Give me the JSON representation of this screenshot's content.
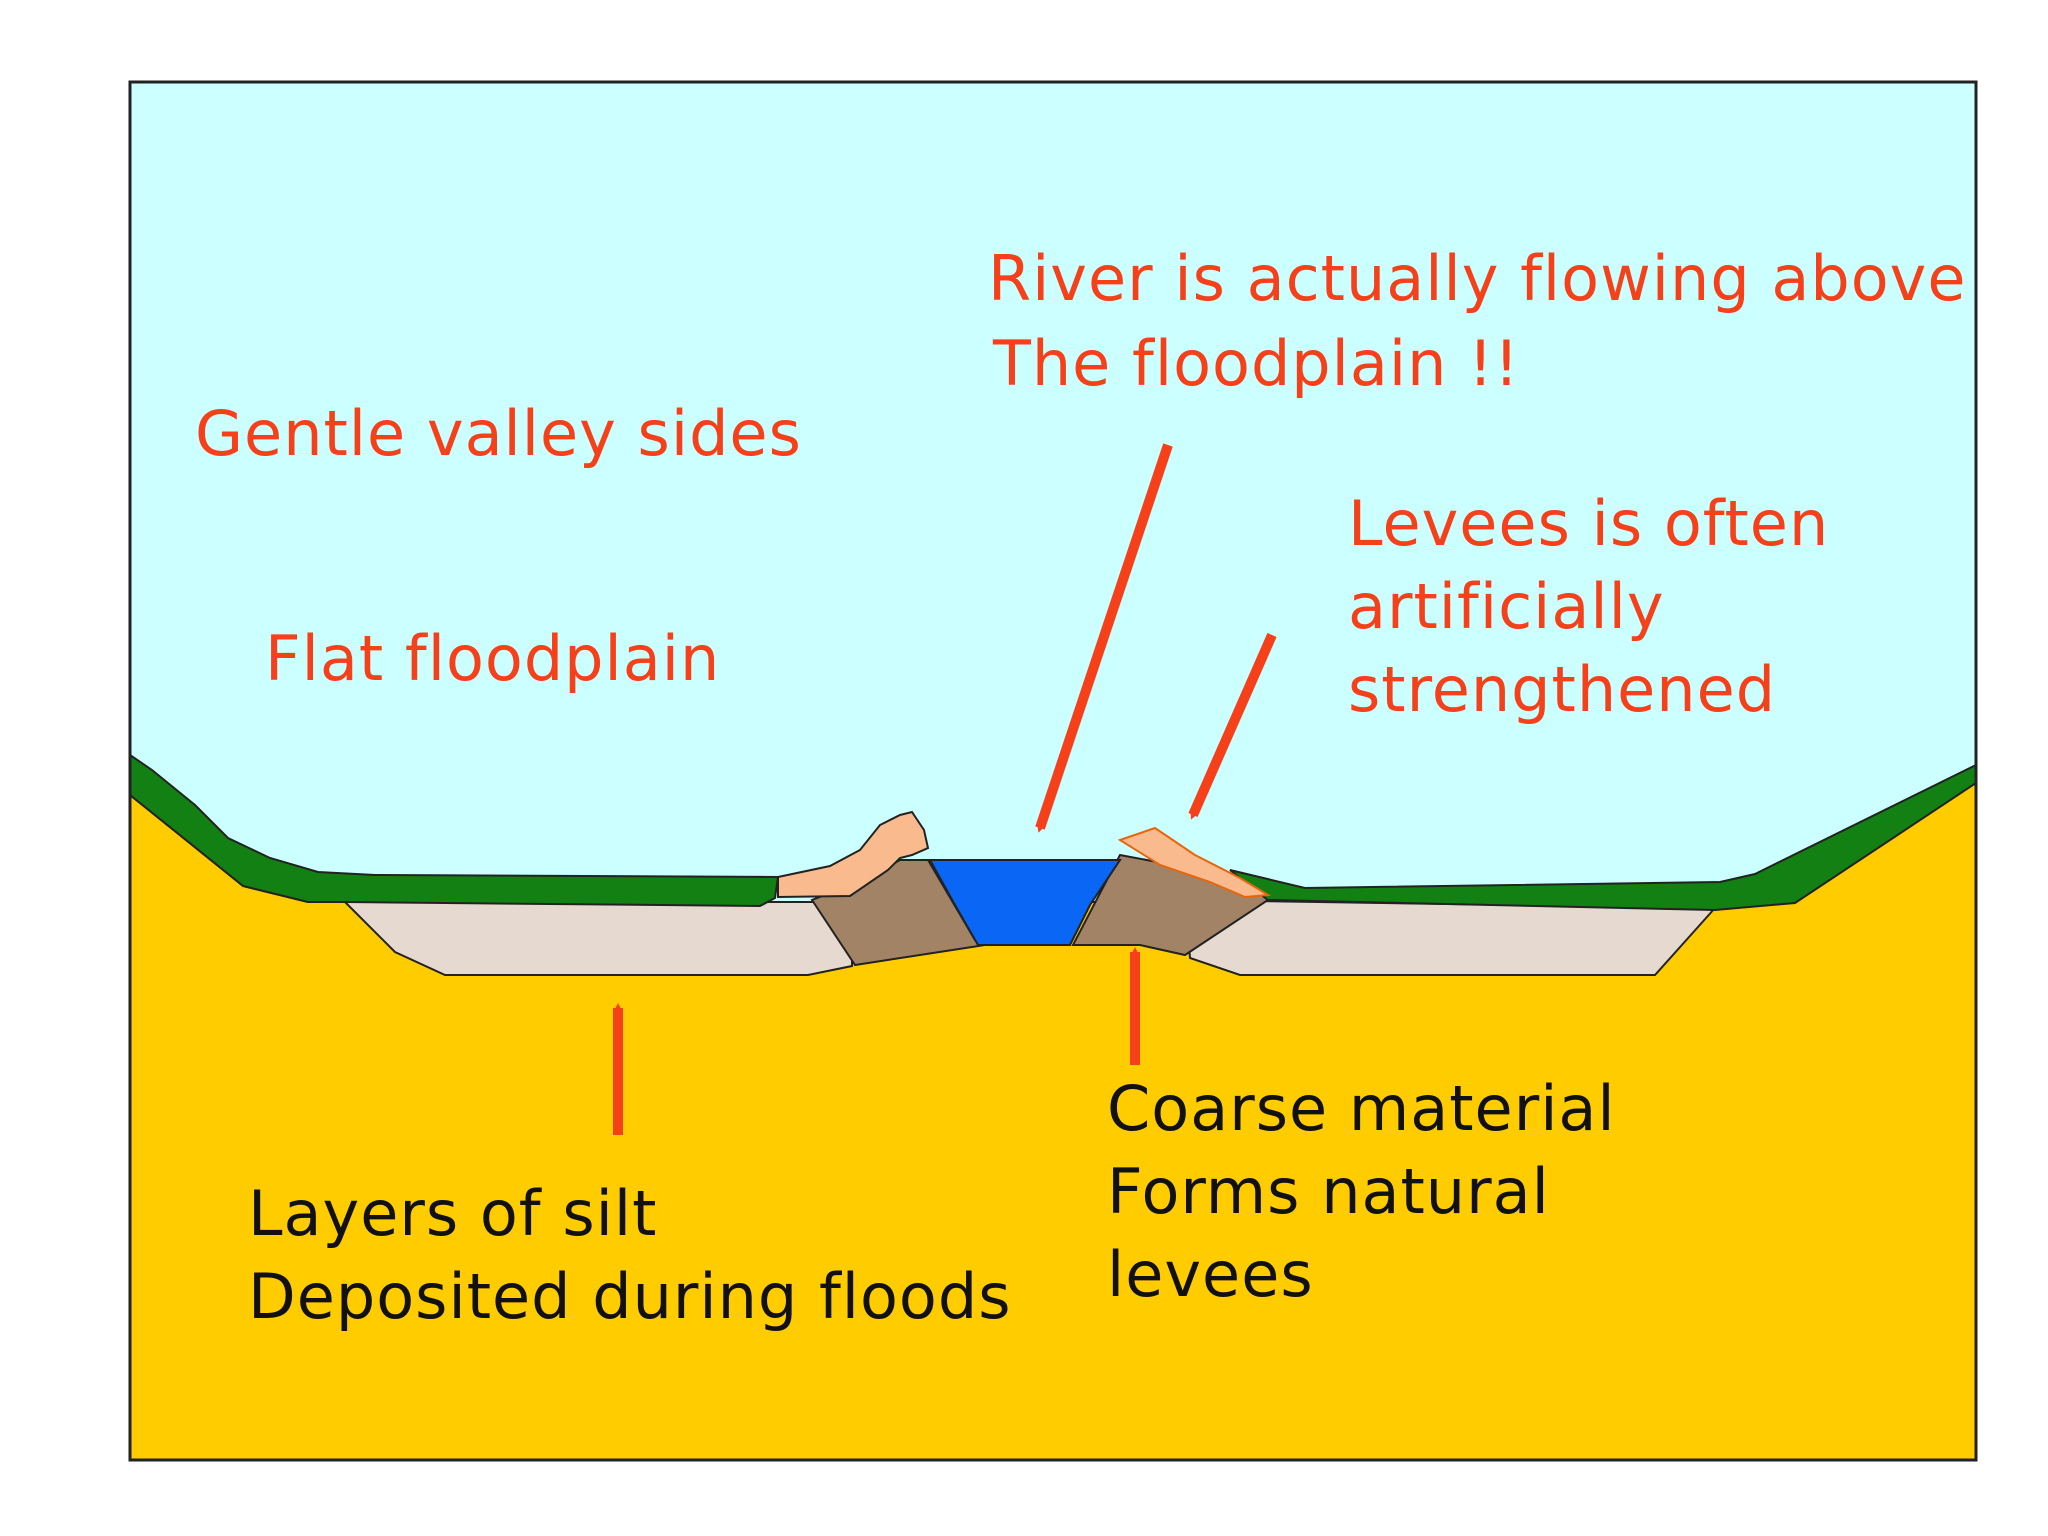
{
  "colors": {
    "sky": "#CCFFFF",
    "ground": "#FFCC00",
    "grass": "#128012",
    "silt": "#E6D9CF",
    "coarse_levee": "#A38366",
    "artificial_levee": "#F9BA8E",
    "river": "#0A66F5",
    "annotation_red": "#F5401A",
    "annotation_black": "#111111",
    "outline": "#222222"
  },
  "labels": {
    "valley_sides": "Gentle valley sides",
    "floodplain": "Flat floodplain",
    "river_above_line1": "River is actually flowing above",
    "river_above_line2": "The floodplain !!",
    "artificial_line1": "Levees is often",
    "artificial_line2": "artificially",
    "artificial_line3": "strengthened",
    "silt_line1": "Layers of silt",
    "silt_line2": "Deposited during floods",
    "coarse_line1": "Coarse material",
    "coarse_line2": "Forms natural",
    "coarse_line3": "levees"
  }
}
